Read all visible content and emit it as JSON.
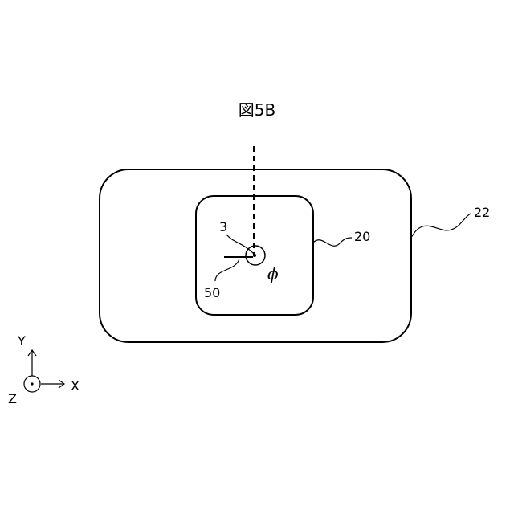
{
  "figure": {
    "title": "図5B",
    "labels": {
      "outer_body": "22",
      "inner_window": "20",
      "point": "3",
      "member": "50",
      "angle": "ϕ"
    },
    "axes": {
      "y": "Y",
      "x": "X",
      "z": "Z"
    }
  }
}
